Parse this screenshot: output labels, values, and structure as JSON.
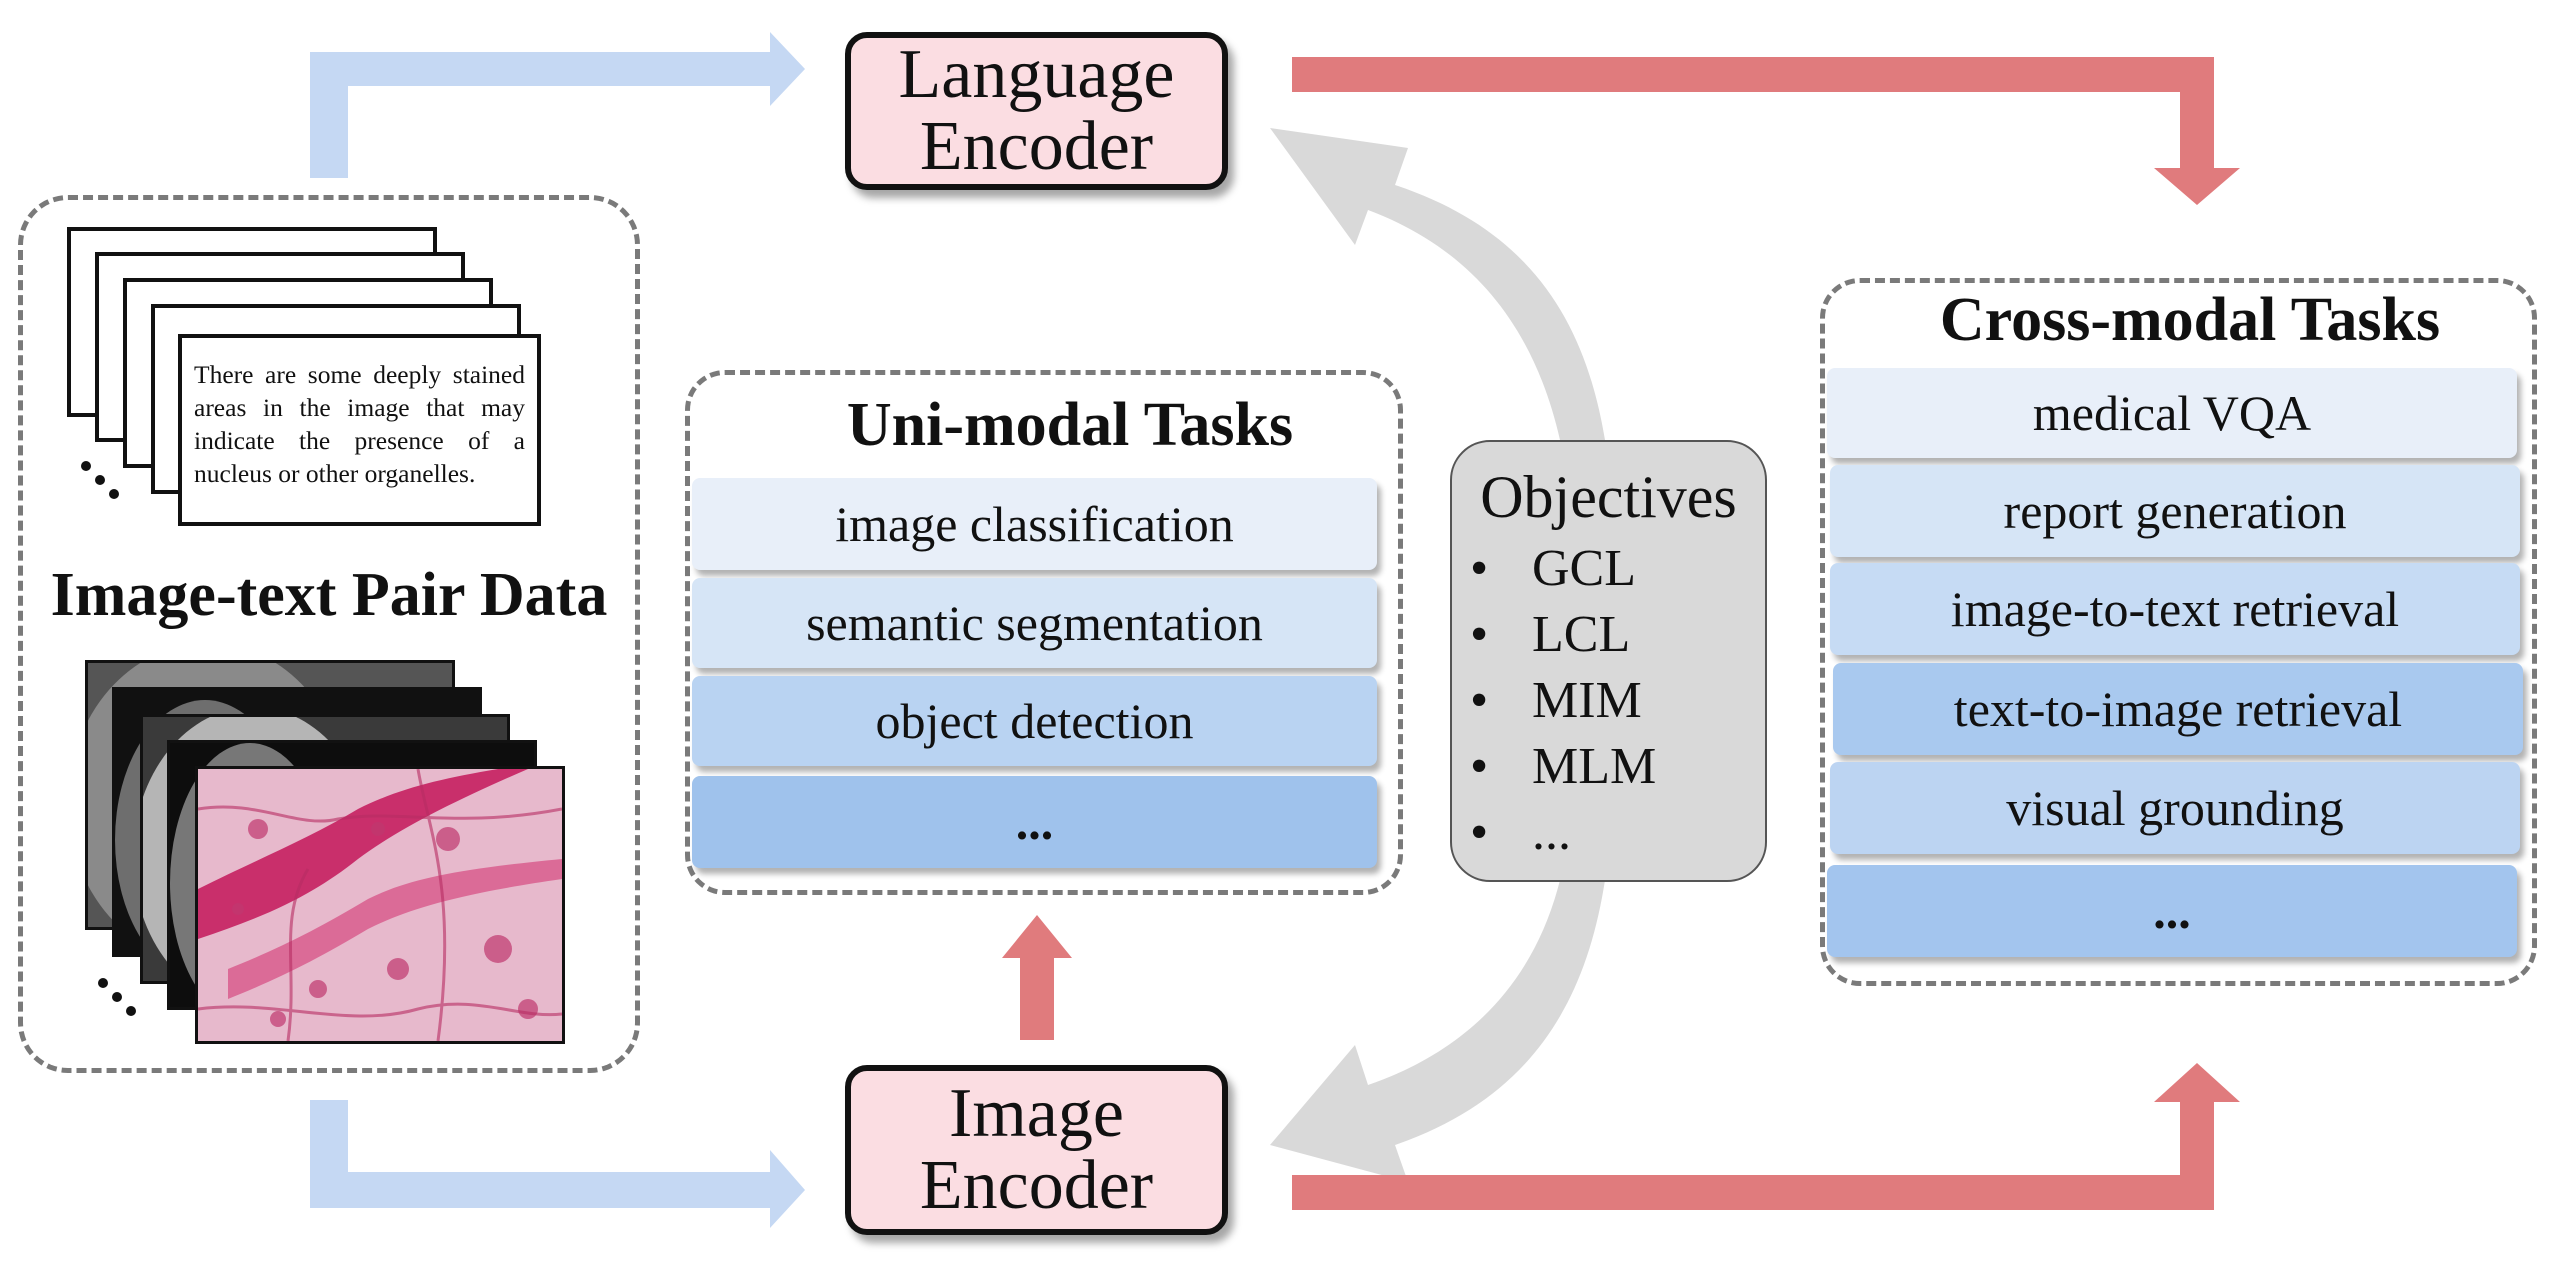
{
  "image_text_pair": {
    "title": "Image-text Pair Data",
    "caption_text": "There are some deeply stained areas in the image that may indicate the presence of a nucleus or other organelles."
  },
  "language_encoder": {
    "line1": "Language",
    "line2": "Encoder"
  },
  "image_encoder": {
    "line1": "Image",
    "line2": "Encoder"
  },
  "uni_modal": {
    "title": "Uni-modal Tasks",
    "tasks": [
      "image classification",
      "semantic segmentation",
      "object detection",
      "..."
    ]
  },
  "objectives": {
    "title": "Objectives",
    "items": [
      "GCL",
      "LCL",
      "MIM",
      "MLM",
      "..."
    ]
  },
  "cross_modal": {
    "title": "Cross-modal Tasks",
    "tasks": [
      "medical VQA",
      "report generation",
      "image-to-text retrieval",
      "text-to-image retrieval",
      "visual grounding",
      "..."
    ]
  },
  "colors": {
    "blue_arrow": "#c5d8f3",
    "red_arrow": "#e07b7d",
    "gray_arrow": "#d9d9d9",
    "encoder_fill": "#fbdde2",
    "task_shades": [
      "#e8eff9",
      "#d6e5f6",
      "#c6dbf4",
      "#b3cff0",
      "#a6c7ee",
      "#9fc2ec"
    ]
  }
}
